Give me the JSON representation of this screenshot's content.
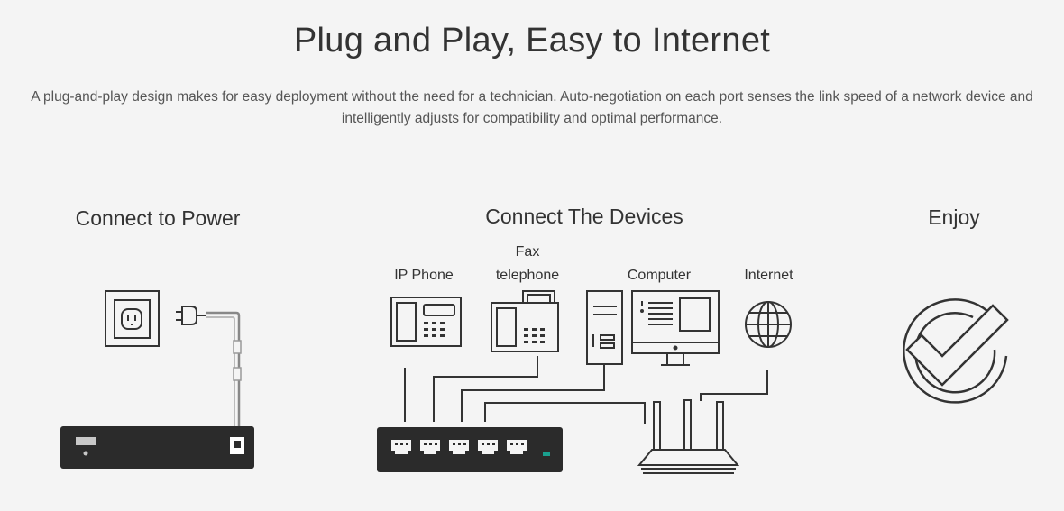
{
  "header": {
    "title": "Plug and Play, Easy to Internet",
    "description": "A plug-and-play design makes for easy deployment without the need for a technician. Auto-negotiation on each port senses the link speed of a network device and intelligently adjusts for compatibility and optimal performance."
  },
  "steps": [
    {
      "label": "Connect to Power"
    },
    {
      "label": "Connect The Devices"
    },
    {
      "label": "Enjoy"
    }
  ],
  "devices": {
    "ip_phone": "IP Phone",
    "fax_line1": "Fax",
    "fax_line2": "telephone",
    "computer": "Computer",
    "internet": "Internet"
  },
  "colors": {
    "background": "#f4f4f4",
    "line": "#333333",
    "device_body": "#2b2b2b",
    "indicator": "#1aa08f"
  },
  "icons": [
    "power-outlet-icon",
    "power-plug-icon",
    "switch-device-icon",
    "ip-phone-icon",
    "fax-telephone-icon",
    "computer-icon",
    "globe-icon",
    "router-icon",
    "checkmark-circle-icon"
  ]
}
